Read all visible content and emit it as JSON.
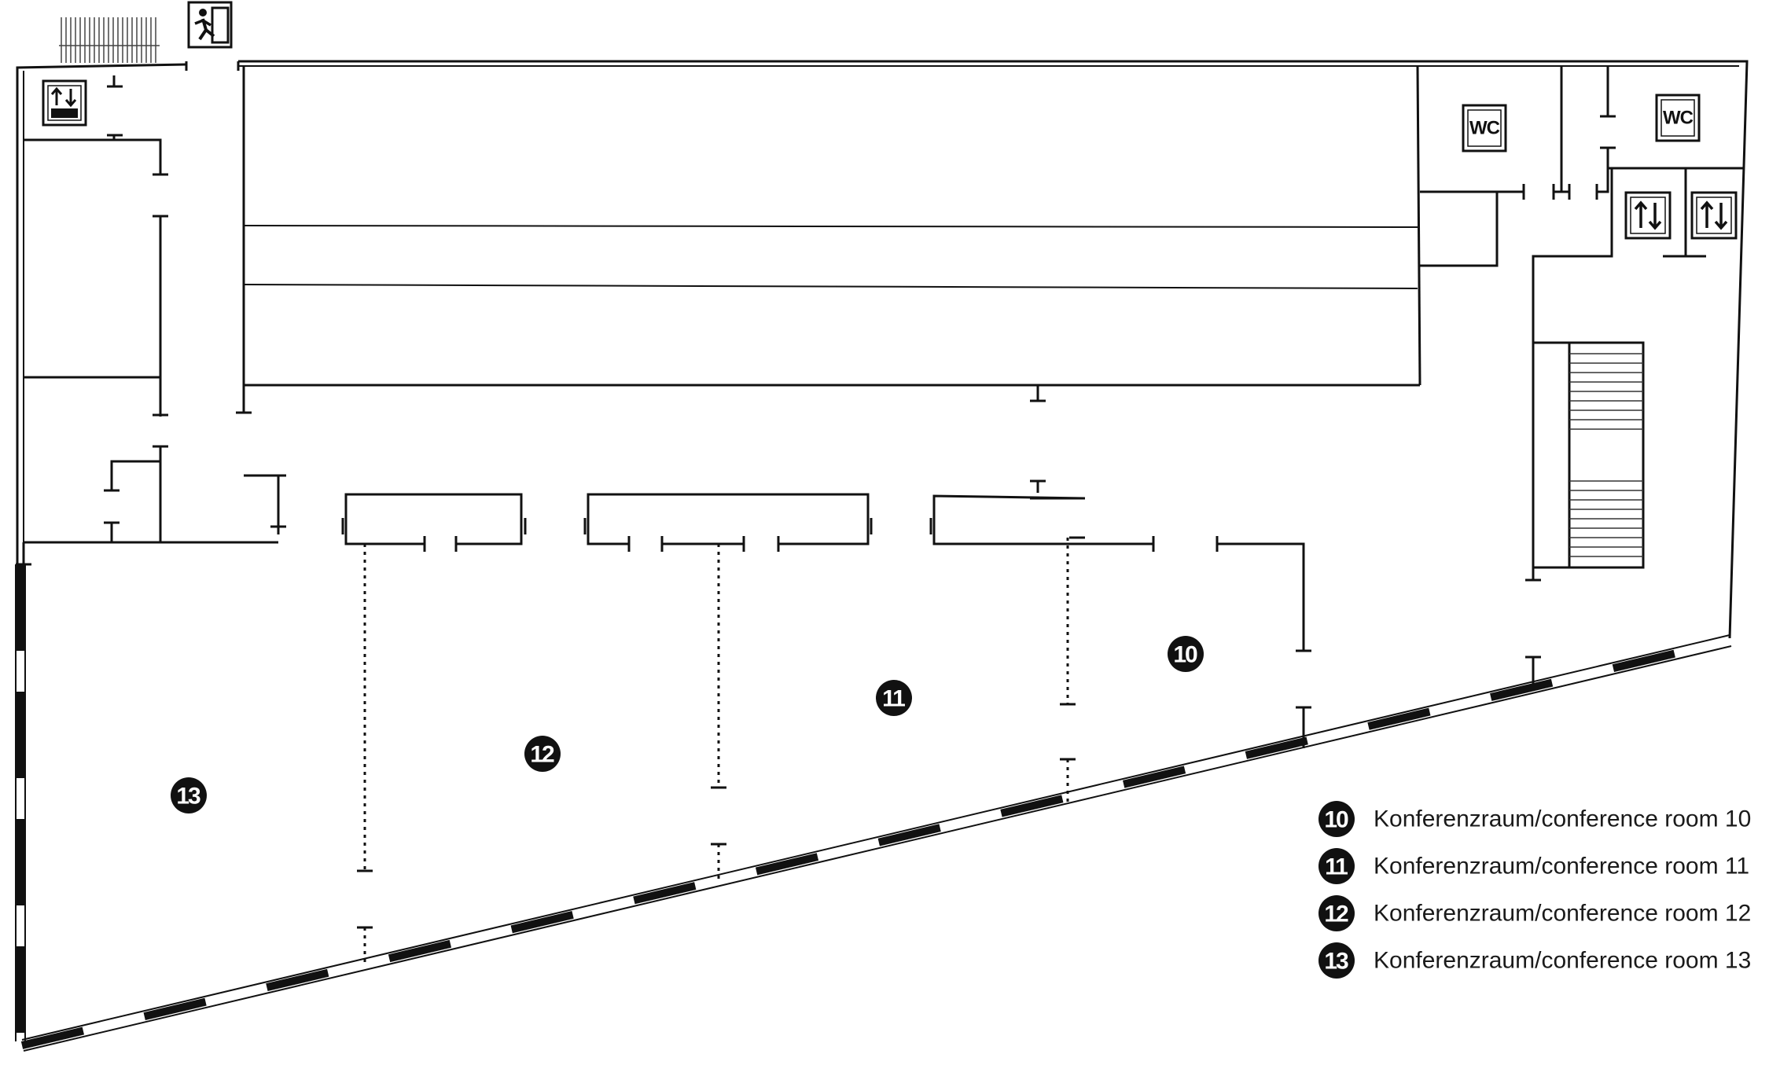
{
  "rooms": [
    {
      "number": "10",
      "label": "Konferenzraum/conference room 10"
    },
    {
      "number": "11",
      "label": "Konferenzraum/conference room 11"
    },
    {
      "number": "12",
      "label": "Konferenzraum/conference room 12"
    },
    {
      "number": "13",
      "label": "Konferenzraum/conference room 13"
    }
  ],
  "toilets": {
    "label": "WC"
  },
  "icons": {
    "exit": "emergency-exit-icon",
    "elevator": "elevator-icon",
    "freight_elevator": "freight-elevator-icon",
    "stairs": "stairs-icon"
  }
}
